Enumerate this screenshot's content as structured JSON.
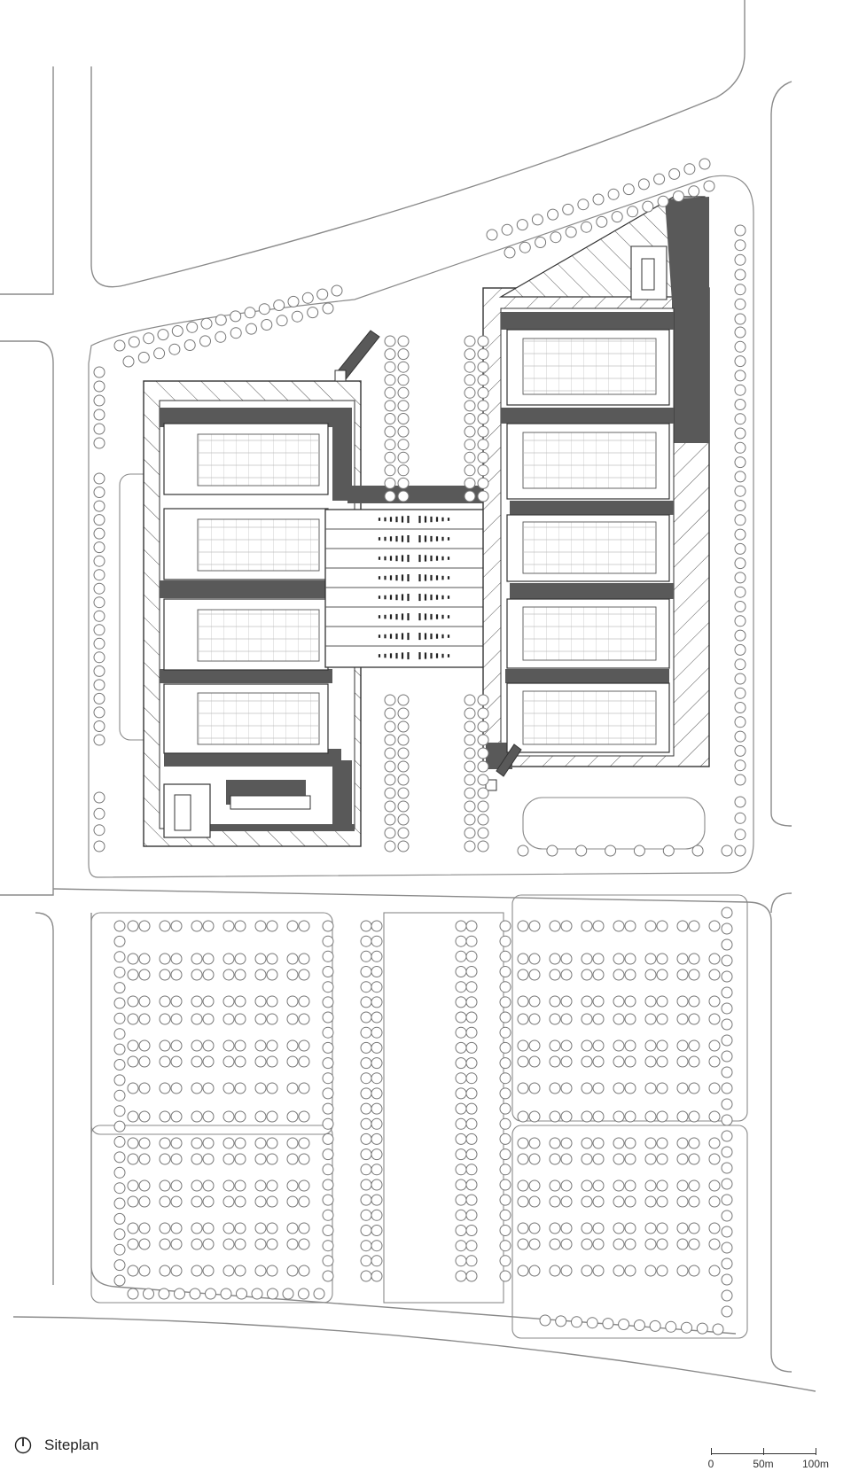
{
  "caption": {
    "title": "Siteplan"
  },
  "scale": {
    "ticks": [
      "0",
      "50m",
      "100m"
    ]
  },
  "colors": {
    "line": "#7f7f7f",
    "dark": "#595959",
    "paper": "#ffffff",
    "text": "#222222"
  },
  "icons": {
    "north_arrow": "north-arrow-icon"
  }
}
